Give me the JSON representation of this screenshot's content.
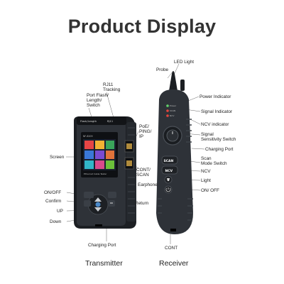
{
  "title": "Product Display",
  "transmitter": {
    "caption": "Transmitter",
    "top_labels": [
      "Flash/Length",
      "RJ11"
    ],
    "brand": "NF-8209",
    "screen_bottom": "Ethernet Cable Tester",
    "labels": {
      "rj11": "RJ11\nTracking",
      "port_flash": "Port Flash/\nLength/\nSwitch",
      "screen": "Screen",
      "onoff": "ON/OFF",
      "confirm": "Confirm",
      "up": "UP",
      "down": "Down",
      "poe": "PoE/\nPING/\nIP",
      "cont_scan": "CONT/\nSCAN",
      "return": "Return",
      "charging": "Charging Port"
    }
  },
  "receiver": {
    "caption": "Receiver",
    "button_texts": [
      "SCAN",
      "NCV"
    ],
    "led_texts": [
      "Power",
      "SCAN",
      "NCV"
    ],
    "labels": {
      "led": "LED Light",
      "probe": "Probe",
      "power_ind": "Power Indicator",
      "signal_ind": "Signal Indicator",
      "ncv_ind": "NCV indicator",
      "sens": "Signal\nSensitivity Switch",
      "charging": "Charging Port",
      "scan_mode": "Scan\nMode Switch",
      "ncv": "NCV",
      "light": "Light",
      "onoff": "ON/ OFF",
      "earphone": "Earphone",
      "cont": "CONT"
    }
  },
  "colors": {
    "body": "#2e3238",
    "dark": "#1c1f23",
    "accent": "#4a88c8",
    "led_green": "#62d36b"
  }
}
